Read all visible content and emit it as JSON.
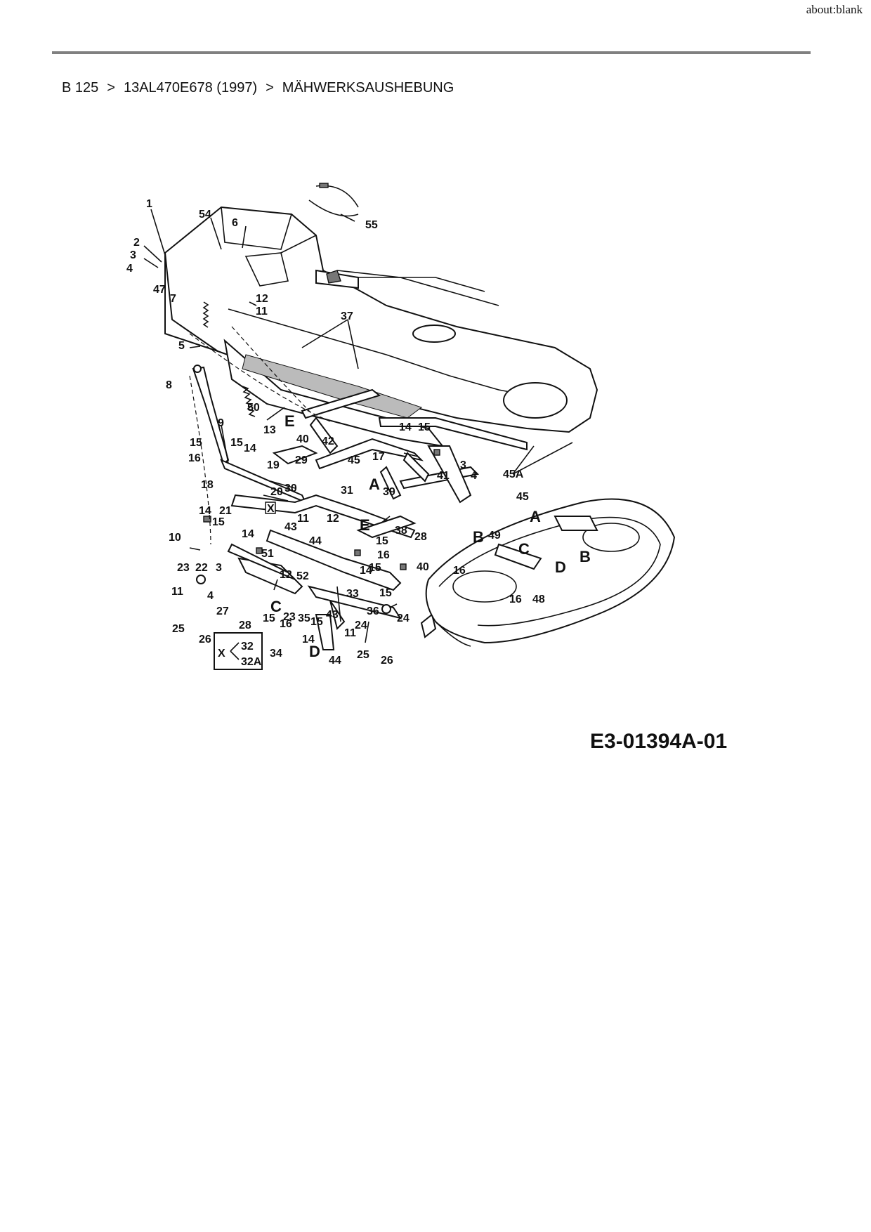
{
  "header": {
    "url": "about:blank"
  },
  "breadcrumb": {
    "items": [
      "B 125",
      "13AL470E678 (1997)",
      "MÄHWERKSAUSHEBUNG"
    ],
    "separator": ">"
  },
  "diagram": {
    "drawing_code": "E3-01394A-01",
    "callouts": [
      "1",
      "2",
      "3",
      "4",
      "47",
      "7",
      "5",
      "54",
      "6",
      "55",
      "12",
      "11",
      "37",
      "8",
      "50",
      "E",
      "9",
      "15",
      "13",
      "16",
      "14",
      "15",
      "40",
      "42",
      "14",
      "15",
      "17",
      "29",
      "45",
      "19",
      "18",
      "20",
      "30",
      "31",
      "A",
      "39",
      "41",
      "3",
      "4",
      "45A",
      "45",
      "21",
      "14",
      "15",
      "X",
      "43",
      "11",
      "12",
      "38",
      "44",
      "10",
      "14",
      "E",
      "15",
      "16",
      "23",
      "22",
      "3",
      "51",
      "15",
      "12",
      "52",
      "14",
      "28",
      "40",
      "B",
      "49",
      "A",
      "C",
      "B",
      "16",
      "D",
      "16",
      "48",
      "11",
      "4",
      "33",
      "15",
      "24",
      "27",
      "C",
      "36",
      "28",
      "15",
      "16",
      "23",
      "35",
      "15",
      "43",
      "25",
      "26",
      "34",
      "11",
      "24",
      "D",
      "14",
      "44",
      "25",
      "26"
    ],
    "legend": {
      "marker": "X",
      "options": [
        "32",
        "32A"
      ]
    }
  }
}
